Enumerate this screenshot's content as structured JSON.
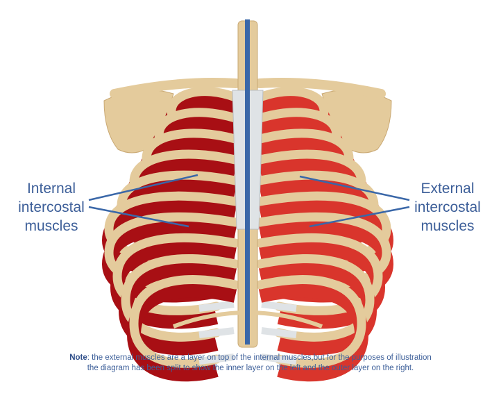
{
  "labels": {
    "left": [
      "Internal",
      "intercostal",
      "muscles"
    ],
    "right": [
      "External",
      "intercostal",
      "muscles"
    ]
  },
  "note": {
    "prefix": "Note",
    "line1": ": the external muscles are a layer on top of the internal muscles,but for the purposes of illustration",
    "line2": "the diagram has been split to show the inner layer on the left and the outer layer on the right."
  },
  "colors": {
    "bone": "#e4cb9c",
    "bone_dark": "#c9a873",
    "internal_muscle": "#a80f14",
    "external_muscle": "#d9352c",
    "cartilage": "#dfe3e6",
    "divider": "#3a67a8",
    "label": "#3d5f99"
  }
}
